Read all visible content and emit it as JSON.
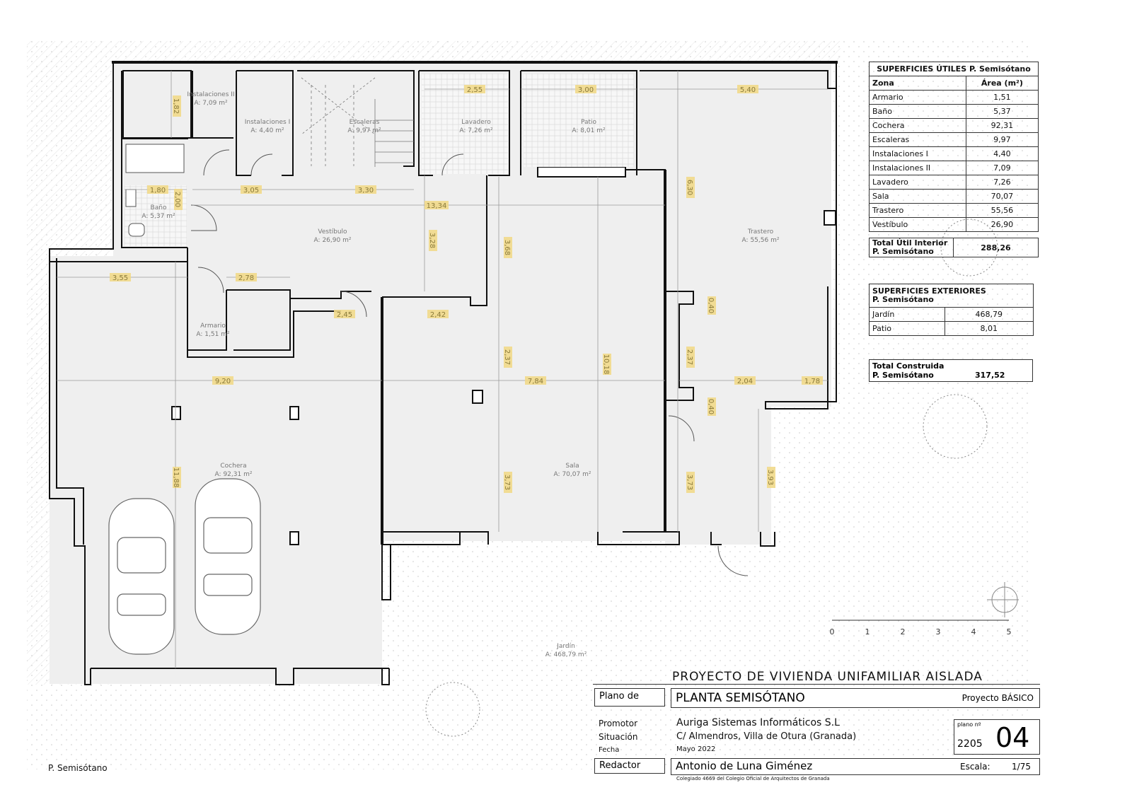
{
  "drawing": {
    "level_label": "P. Semisótano",
    "rooms": [
      {
        "name": "Instalaciones II",
        "area": "A: 7,09 m²"
      },
      {
        "name": "Instalaciones I",
        "area": "A: 4,40 m²"
      },
      {
        "name": "Escaleras",
        "area": "A: 9,97 m²"
      },
      {
        "name": "Lavadero",
        "area": "A: 7,26 m²"
      },
      {
        "name": "Patio",
        "area": "A: 8,01 m²"
      },
      {
        "name": "Trastero",
        "area": "A: 55,56 m²"
      },
      {
        "name": "Baño",
        "area": "A: 5,37 m²"
      },
      {
        "name": "Vestíbulo",
        "area": "A: 26,90 m²"
      },
      {
        "name": "Armario",
        "area": "A: 1,51 m²"
      },
      {
        "name": "Cochera",
        "area": "A: 92,31 m²"
      },
      {
        "name": "Sala",
        "area": "A: 70,07 m²"
      },
      {
        "name": "Jardín",
        "area": "A: 468,79 m²"
      }
    ],
    "dimensions": [
      "1,82",
      "2,55",
      "3,00",
      "5,40",
      "1,80",
      "2,00",
      "3,05",
      "3,30",
      "13,34",
      "3,28",
      "3,68",
      "3,55",
      "2,78",
      "2,45",
      "2,42",
      "2,37",
      "9,20",
      "7,84",
      "10,18",
      "2,37",
      "2,04",
      "1,78",
      "0,40",
      "0,40",
      "6,30",
      "11,88",
      "3,73",
      "3,73",
      "3,93"
    ],
    "scale_bar": [
      "0",
      "1",
      "2",
      "3",
      "4",
      "5"
    ]
  },
  "useful_table": {
    "title": "SUPERFICIES ÚTILES P. Semisótano",
    "col_zone": "Zona",
    "col_area": "Área (m²)",
    "rows": [
      {
        "zone": "Armario",
        "area": "1,51"
      },
      {
        "zone": "Baño",
        "area": "5,37"
      },
      {
        "zone": "Cochera",
        "area": "92,31"
      },
      {
        "zone": "Escaleras",
        "area": "9,97"
      },
      {
        "zone": "Instalaciones I",
        "area": "4,40"
      },
      {
        "zone": "Instalaciones II",
        "area": "7,09"
      },
      {
        "zone": "Lavadero",
        "area": "7,26"
      },
      {
        "zone": "Sala",
        "area": "70,07"
      },
      {
        "zone": "Trastero",
        "area": "55,56"
      },
      {
        "zone": "Vestíbulo",
        "area": "26,90"
      }
    ],
    "total_label_1": "Total Útil Interior",
    "total_label_2": "P. Semisótano",
    "total_value": "288,26"
  },
  "exterior_table": {
    "title_1": "SUPERFICIES EXTERIORES",
    "title_2": "P. Semisótano",
    "rows": [
      {
        "zone": "Jardín",
        "area": "468,79"
      },
      {
        "zone": "Patio",
        "area": "8,01"
      }
    ]
  },
  "built_total": {
    "label_1": "Total Construida",
    "label_2": "P. Semisótano",
    "value": "317,52"
  },
  "title_block": {
    "project_title": "PROYECTO DE VIVIENDA UNIFAMILIAR AISLADA",
    "plano_de_label": "Plano de",
    "plano_name": "PLANTA SEMISÓTANO",
    "project_type": "Proyecto BÁSICO",
    "promotor_label": "Promotor",
    "promotor_value": "Auriga Sistemas Informáticos S.L",
    "situacion_label": "Situación",
    "situacion_value": "C/ Almendros, Villa de Otura (Granada)",
    "fecha_label": "Fecha",
    "fecha_value": "Mayo 2022",
    "plano_no_label": "plano nº",
    "plano_code": "2205",
    "plano_number": "04",
    "redactor_label": "Redactor",
    "redactor_value": "Antonio de Luna Giménez",
    "escala_label": "Escala:",
    "escala_value": "1/75",
    "colegiado": "Colegiado 4669 del Colegio Oficial de Arquitectos de Granada"
  }
}
